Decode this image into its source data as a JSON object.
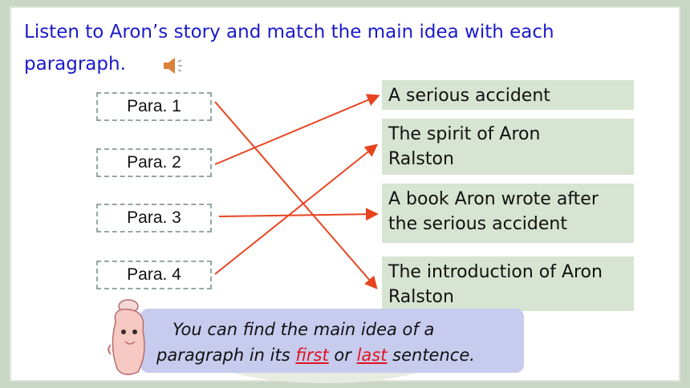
{
  "instruction": {
    "text": "Listen to Aron’s story and match the main idea with each paragraph.",
    "line1": "Listen to Aron’s story and match the main idea with each",
    "line2": "paragraph."
  },
  "speaker_icon": "speaker-icon",
  "paragraphs": [
    {
      "label": "Para. 1"
    },
    {
      "label": "Para. 2"
    },
    {
      "label": "Para. 3"
    },
    {
      "label": "Para. 4"
    }
  ],
  "main_ideas": [
    {
      "line1": "A serious accident",
      "line2": ""
    },
    {
      "line1": "The spirit of Aron",
      "line2": "Ralston"
    },
    {
      "line1": "A book Aron wrote after",
      "line2": "the serious accident"
    },
    {
      "line1": "The introduction of Aron",
      "line2": "Ralston"
    }
  ],
  "matches": [
    {
      "para": "Para. 1",
      "idea": "The introduction of Aron Ralston"
    },
    {
      "para": "Para. 2",
      "idea": "A serious accident"
    },
    {
      "para": "Para. 3",
      "idea": "A book Aron wrote after the serious accident"
    },
    {
      "para": "Para. 4",
      "idea": "The spirit of Aron Ralston"
    }
  ],
  "colors": {
    "title": "#1a1acc",
    "arrow": "#e8431f",
    "idea_bg": "#d6e4d1",
    "tip_bg": "#c7cbee",
    "highlight": "#e0141e"
  },
  "tip": {
    "line1": "You can find the main idea of a",
    "line2_a": "paragraph in its ",
    "first": "first",
    "or": " or ",
    "last": "last",
    "line2_b": " sentence."
  }
}
